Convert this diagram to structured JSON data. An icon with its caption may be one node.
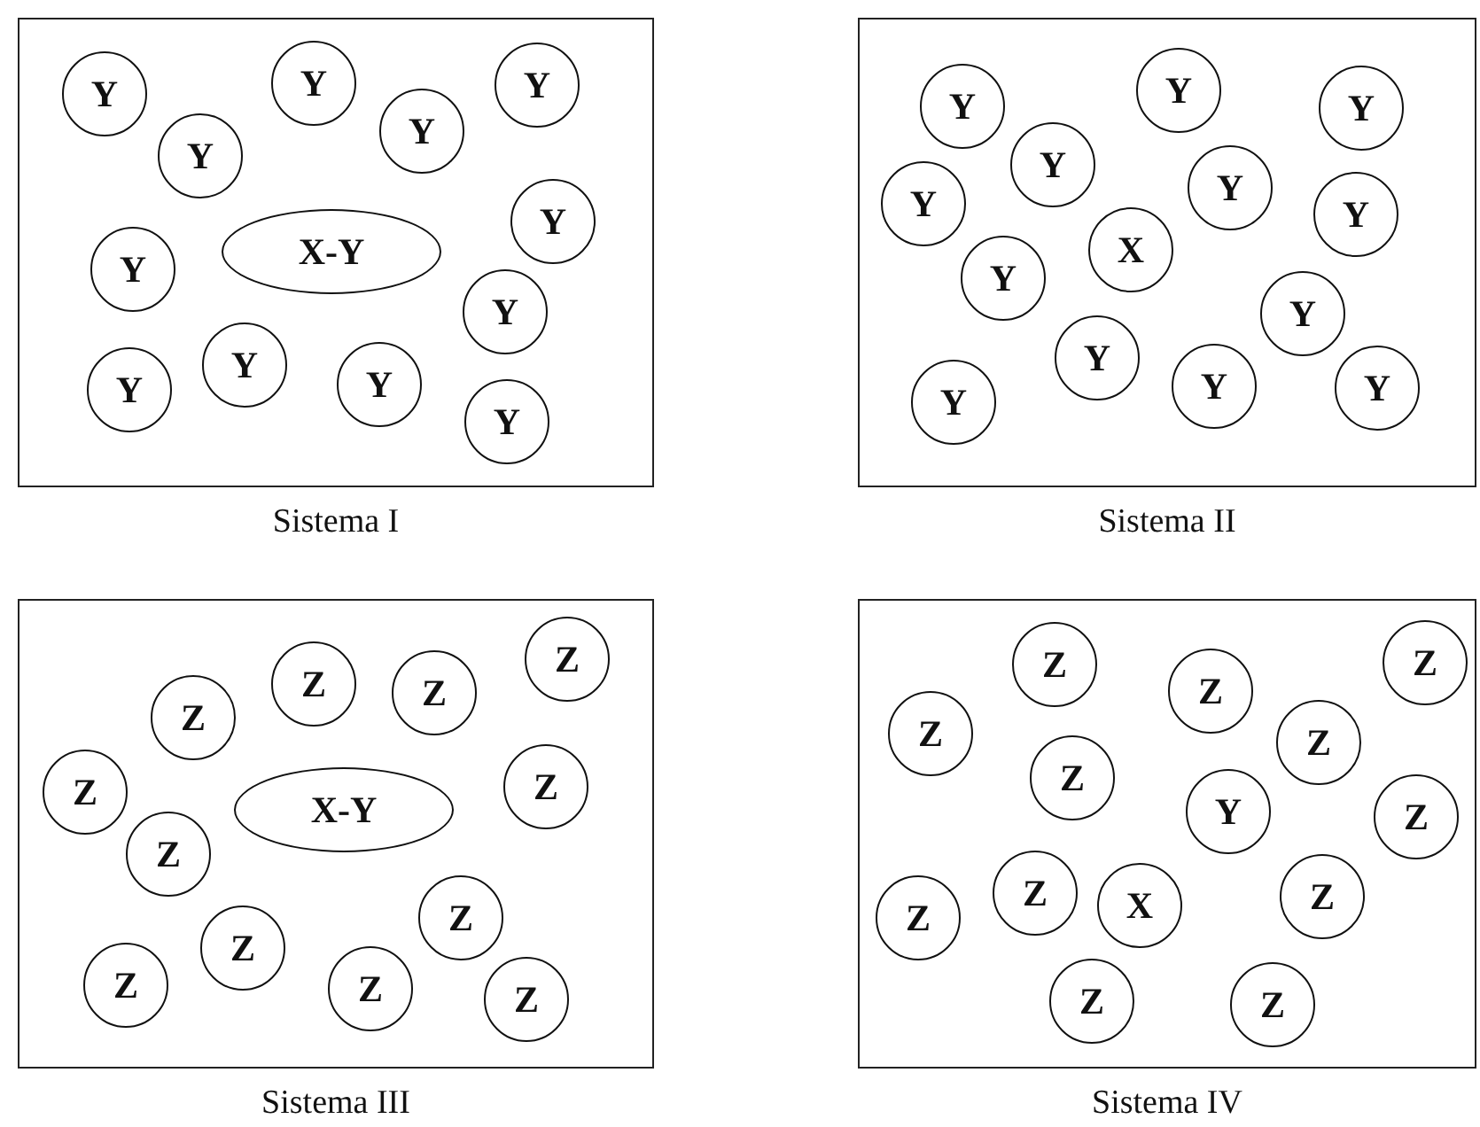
{
  "diagram": {
    "nodes": [
      {
        "text": [
          "Sistema I"
        ]
      },
      {
        "text": [
          "Y"
        ],
        "in": 0
      },
      {
        "text": [
          "Y"
        ],
        "in": 0
      },
      {
        "text": [
          "Y"
        ],
        "in": 0
      },
      {
        "text": [
          "Y"
        ],
        "in": 0
      },
      {
        "text": [
          "Y"
        ],
        "in": 0
      },
      {
        "text": [
          "Y"
        ],
        "in": 0
      },
      {
        "text": [
          "X-Y"
        ],
        "in": 0
      },
      {
        "text": [
          "Y"
        ],
        "in": 0
      },
      {
        "text": [
          "Y"
        ],
        "in": 0
      },
      {
        "text": [
          "Y"
        ],
        "in": 0
      },
      {
        "text": [
          "Y"
        ],
        "in": 0
      },
      {
        "text": [
          "Y"
        ],
        "in": 0
      },
      {
        "text": [
          "Y"
        ],
        "in": 0
      },
      {
        "text": [
          "Sistema II"
        ]
      },
      {
        "text": [
          "Y"
        ],
        "in": 14
      },
      {
        "text": [
          "Y"
        ],
        "in": 14
      },
      {
        "text": [
          "Y"
        ],
        "in": 14
      },
      {
        "text": [
          "Y"
        ],
        "in": 14
      },
      {
        "text": [
          "Y"
        ],
        "in": 14
      },
      {
        "text": [
          "Y"
        ],
        "in": 14
      },
      {
        "text": [
          "Y"
        ],
        "in": 14
      },
      {
        "text": [
          "X"
        ],
        "in": 14
      },
      {
        "text": [
          "Y"
        ],
        "in": 14
      },
      {
        "text": [
          "Y"
        ],
        "in": 14
      },
      {
        "text": [
          "Y"
        ],
        "in": 14
      },
      {
        "text": [
          "Y"
        ],
        "in": 14
      },
      {
        "text": [
          "Y"
        ],
        "in": 14
      },
      {
        "text": [
          "Y"
        ],
        "in": 14
      },
      {
        "text": [
          "Sistema III"
        ]
      },
      {
        "text": [
          "Z"
        ],
        "in": 29
      },
      {
        "text": [
          "Z"
        ],
        "in": 29
      },
      {
        "text": [
          "Z"
        ],
        "in": 29
      },
      {
        "text": [
          "Z"
        ],
        "in": 29
      },
      {
        "text": [
          "Z"
        ],
        "in": 29
      },
      {
        "text": [
          "Z"
        ],
        "in": 29
      },
      {
        "text": [
          "X-Y"
        ],
        "in": 29
      },
      {
        "text": [
          "Z"
        ],
        "in": 29
      },
      {
        "text": [
          "Z"
        ],
        "in": 29
      },
      {
        "text": [
          "Z"
        ],
        "in": 29
      },
      {
        "text": [
          "Z"
        ],
        "in": 29
      },
      {
        "text": [
          "Z"
        ],
        "in": 29
      },
      {
        "text": [
          "Z"
        ],
        "in": 29
      },
      {
        "text": [
          "Sistema IV"
        ]
      },
      {
        "text": [
          "Z"
        ],
        "in": 43
      },
      {
        "text": [
          "Z"
        ],
        "in": 43
      },
      {
        "text": [
          "Z"
        ],
        "in": 43
      },
      {
        "text": [
          "Z"
        ],
        "in": 43
      },
      {
        "text": [
          "Z"
        ],
        "in": 43
      },
      {
        "text": [
          "Z"
        ],
        "in": 43
      },
      {
        "text": [
          "Y"
        ],
        "in": 43
      },
      {
        "text": [
          "Z"
        ],
        "in": 43
      },
      {
        "text": [
          "Z"
        ],
        "in": 43
      },
      {
        "text": [
          "Z"
        ],
        "in": 43
      },
      {
        "text": [
          "X"
        ],
        "in": 43
      },
      {
        "text": [
          "Z"
        ],
        "in": 43
      },
      {
        "text": [
          "Z"
        ],
        "in": 43
      },
      {
        "text": [
          "Z"
        ],
        "in": 43
      }
    ]
  }
}
